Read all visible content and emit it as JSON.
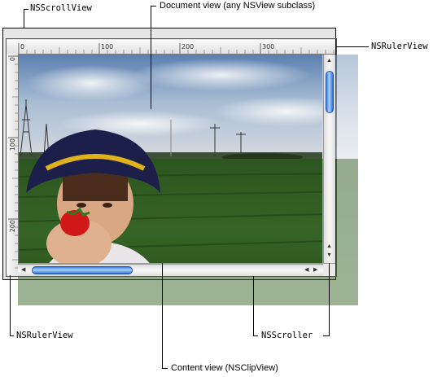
{
  "labels": {
    "nsscrollview": "NSScrollView",
    "document_view": "Document view (any NSView subclass)",
    "nsrulerview_top": "NSRulerView",
    "nsrulerview_bottom": "NSRulerView",
    "nsscroller": "NSScroller",
    "content_view": "Content view (NSClipView)"
  },
  "h_ruler_ticks": [
    "0",
    "100",
    "200",
    "300"
  ],
  "v_ruler_ticks": [
    "0",
    "100",
    "200"
  ],
  "icons": {
    "up": "▲",
    "down": "▼",
    "left": "◀",
    "right": "▶"
  }
}
